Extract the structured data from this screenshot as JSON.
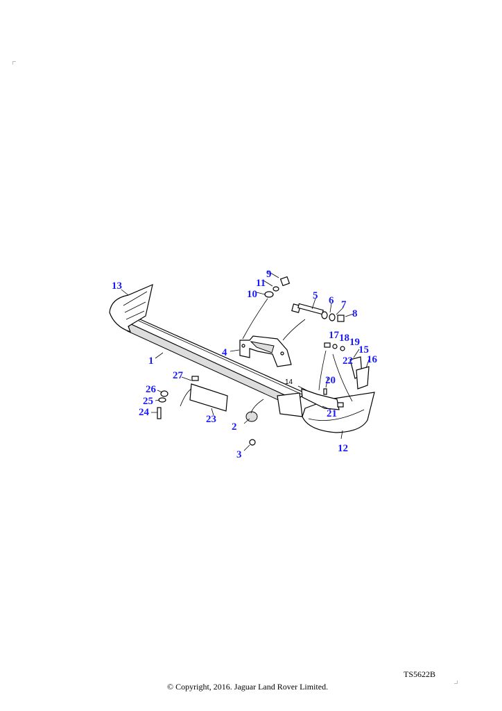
{
  "diagram": {
    "callouts": {
      "p1": "1",
      "p2": "2",
      "p3": "3",
      "p4": "4",
      "p5": "5",
      "p6": "6",
      "p7": "7",
      "p8": "8",
      "p9": "9",
      "p10": "10",
      "p11": "11",
      "p12": "12",
      "p13": "13",
      "p14": "14",
      "p15": "15",
      "p16": "16",
      "p17": "17",
      "p18": "18",
      "p19": "19",
      "p20": "20",
      "p21": "21",
      "p22": "22",
      "p23": "23",
      "p24": "24",
      "p25": "25",
      "p26": "26",
      "p27": "27"
    },
    "callout_color": "#1a1aff"
  },
  "footer": {
    "reference": "TS5622B",
    "copyright": "© Copyright, 2016. Jaguar Land Rover Limited."
  }
}
